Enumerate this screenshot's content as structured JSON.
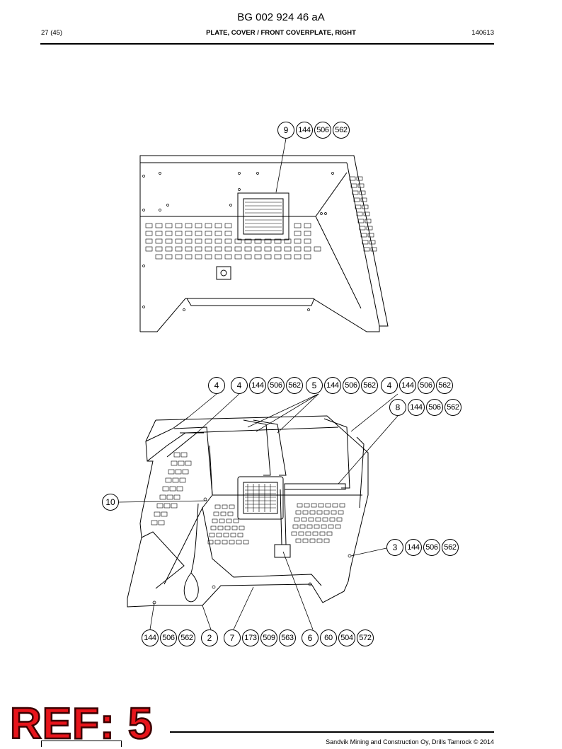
{
  "header": {
    "doc_number": "BG 002 924 46 aA",
    "page": "27 (45)",
    "title": "PLATE, COVER / FRONT COVERPLATE, RIGHT",
    "code": "140613"
  },
  "callouts": {
    "top": [
      "9",
      "144",
      "506",
      "562"
    ],
    "row4": [
      "4",
      "4",
      "144",
      "506",
      "562",
      "5",
      "144",
      "506",
      "562",
      "4",
      "144",
      "506",
      "562"
    ],
    "row8": [
      "8",
      "144",
      "506",
      "562"
    ],
    "c10": [
      "10"
    ],
    "row3": [
      "3",
      "144",
      "506",
      "562"
    ],
    "bottom": [
      "144",
      "506",
      "562",
      "2",
      "7",
      "173",
      "509",
      "563",
      "6",
      "60",
      "504",
      "572"
    ]
  },
  "ref_mark": "REF: 5",
  "footer": {
    "copyright": "Sandvik Mining and Construction Oy, Drills Tamrock © 2014"
  }
}
